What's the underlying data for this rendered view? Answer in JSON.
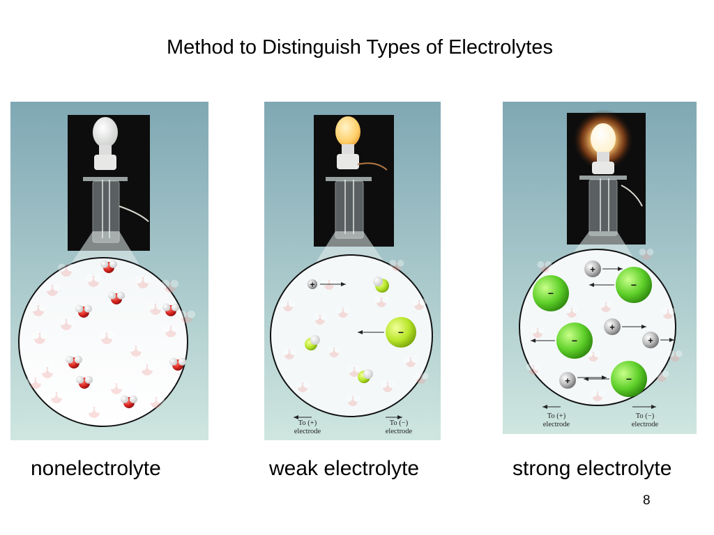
{
  "slide": {
    "title": "Method to Distinguish Types of Electrolytes",
    "page_number": "8"
  },
  "colors": {
    "background_top": "#7fa8b4",
    "background_bottom": "#cfe6e0",
    "water_oxygen": "#d8241f",
    "chloride_ion": "#5fd02a",
    "weak_acid_green": "#b8e62a",
    "cation_gray": "#9a9a9a",
    "bulb_off": "#eef0ee",
    "bulb_dim": "#ffcf6a",
    "bulb_bright": "#fff4d6"
  },
  "panels": [
    {
      "key": "nonelectrolyte",
      "caption": "nonelectrolyte",
      "bulb_state": "off"
    },
    {
      "key": "weak",
      "caption": "weak electrolyte",
      "bulb_state": "dim",
      "cation_sign": "+",
      "anion_sign": "−",
      "electrode_left": {
        "line1": "To (+)",
        "line2": "electrode"
      },
      "electrode_right": {
        "line1": "To (−)",
        "line2": "electrode"
      }
    },
    {
      "key": "strong",
      "caption": "strong electrolyte",
      "bulb_state": "bright",
      "cation_sign": "+",
      "anion_sign": "−",
      "electrode_left": {
        "line1": "To (+)",
        "line2": "electrode"
      },
      "electrode_right": {
        "line1": "To (−)",
        "line2": "electrode"
      }
    }
  ]
}
